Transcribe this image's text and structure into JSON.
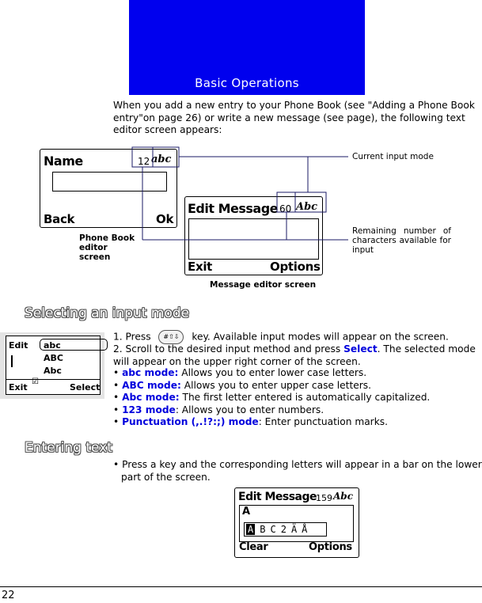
{
  "banner": {
    "title": "Basic Operations"
  },
  "intro": "When you add a new entry to your Phone Book (see \"Adding a Phone Book entry\"on page 26) or write a new message (see page), the following text editor screen appears:",
  "figure1": {
    "phone_screen": {
      "title": "Name",
      "count": "12",
      "mode": "abc",
      "left_soft": "Back",
      "right_soft": "Ok"
    },
    "message_screen": {
      "title": "Edit Message",
      "count": "60",
      "mode": "Abc",
      "left_soft": "Exit",
      "right_soft": "Options"
    },
    "phone_caption": "Phone Book editor screen",
    "message_caption": "Message editor screen",
    "note_mode": "Current input mode",
    "note_remaining": "Remaining number of characters available for input"
  },
  "section1": {
    "heading": "Selecting an input mode",
    "menu_screen": {
      "title": "Edit",
      "items": [
        "abc",
        "ABC",
        "Abc"
      ],
      "left_soft": "Exit",
      "right_soft": "Select"
    },
    "step1_a": "1. Press",
    "key_glyph": "#⇧⇩",
    "step1_b": "key. Available input modes will appear on the screen.",
    "step2_a": "2. Scroll to the desired input method and press",
    "step2_select": "Select",
    "step2_b": ". The selected mode will appear on the upper right corner of the screen.",
    "bullets": [
      {
        "term": "abc mode:",
        "text": " Allows you to enter lower case letters."
      },
      {
        "term": "ABC mode:",
        "text": " Allows you to enter upper case letters."
      },
      {
        "term": "Abc mode:",
        "text": " The first letter entered is automatically capitalized."
      },
      {
        "term": "123 mode",
        "text": ": Allows you to enter numbers."
      },
      {
        "term": "Punctuation (,.!?:;) mode",
        "text": ": Enter punctuation marks."
      }
    ]
  },
  "section2": {
    "heading": "Entering text",
    "bullet": "Press a key and the corresponding letters will appear in a bar on the lower part of the screen.",
    "screen": {
      "title": "Edit Message",
      "count": "159",
      "mode": "Abc",
      "typed": "A",
      "candidates": [
        "A",
        "B",
        "C",
        "2",
        "Ä",
        "Å"
      ],
      "left_soft": "Clear",
      "right_soft": "Options"
    }
  },
  "page_number": "22"
}
